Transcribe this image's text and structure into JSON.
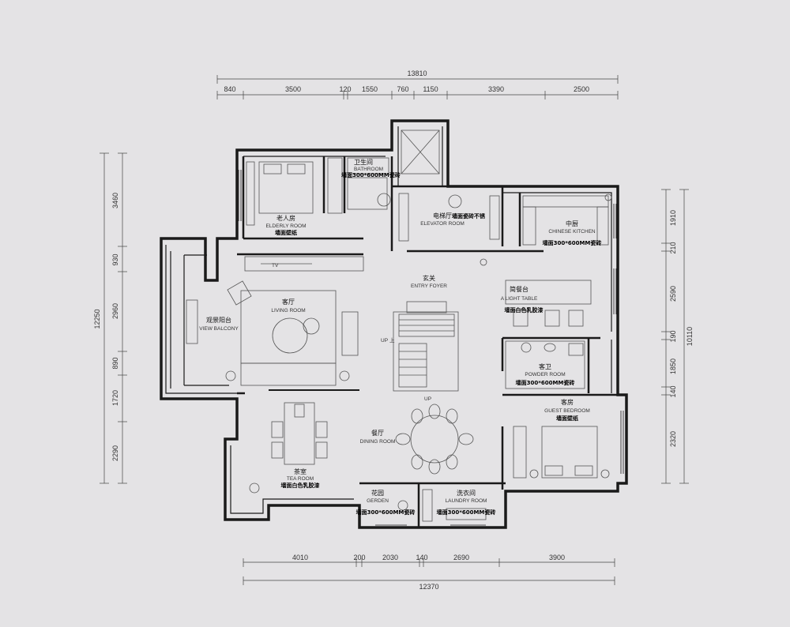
{
  "top_dims": {
    "total": "13810",
    "segments": [
      "840",
      "3500",
      "120",
      "1550",
      "760",
      "1150",
      "3390",
      "2500"
    ]
  },
  "bottom_dims": {
    "total": "12370",
    "segments": [
      "4010",
      "200",
      "2030",
      "140",
      "2690",
      "3900"
    ]
  },
  "left_dims": {
    "total": "12250",
    "segments": [
      "3460",
      "930",
      "2960",
      "890",
      "1720",
      "2290"
    ]
  },
  "right_dims": {
    "total": "10110",
    "segments": [
      "1910",
      "210",
      "2590",
      "190",
      "1850",
      "140",
      "2320"
    ]
  },
  "rooms": {
    "elderly": {
      "cn": "老人房",
      "en": "ELDERLY ROOM",
      "note": "墙面壁纸"
    },
    "bathroom": {
      "cn": "卫生间",
      "en": "BATHROOM",
      "note": "墙面300*600MM瓷砖"
    },
    "elevator": {
      "cn": "电梯厅",
      "en": "ELEVATOR ROOM",
      "note": "墙面瓷砖不锈"
    },
    "kitchen": {
      "cn": "中厨",
      "en": "CHINESE KITCHEN",
      "note": "墙面300*600MM瓷砖"
    },
    "foyer": {
      "cn": "玄关",
      "en": "ENTRY FOYER"
    },
    "lighttable": {
      "cn": "简餐台",
      "en": "A LIGHT TABLE",
      "note": "墙面白色乳胶漆"
    },
    "balcony": {
      "cn": "观景阳台",
      "en": "VIEW BALCONY"
    },
    "living": {
      "cn": "客厅",
      "en": "LIVING ROOM"
    },
    "powder": {
      "cn": "客卫",
      "en": "POWDER ROOM",
      "note": "墙面300*600MM瓷砖"
    },
    "guest": {
      "cn": "客房",
      "en": "GUEST BEDROOM",
      "note": "墙面壁纸"
    },
    "dining": {
      "cn": "餐厅",
      "en": "DINING ROOM"
    },
    "tea": {
      "cn": "茶室",
      "en": "TEA ROOM",
      "note": "墙面白色乳胶漆"
    },
    "garden": {
      "cn": "花园",
      "en": "GERDEN",
      "note": "墙面300*600MM瓷砖"
    },
    "laundry": {
      "cn": "洗衣间",
      "en": "LAUNDRY ROOM",
      "note": "墙面300*600MM瓷砖"
    }
  },
  "stair": {
    "up": "UP",
    "up_cn": "上",
    "arrow": "UP"
  },
  "tv_label": "TV",
  "colors": {
    "wall": "#1a1a1a",
    "line": "#555555",
    "background": "#e4e3e5"
  }
}
